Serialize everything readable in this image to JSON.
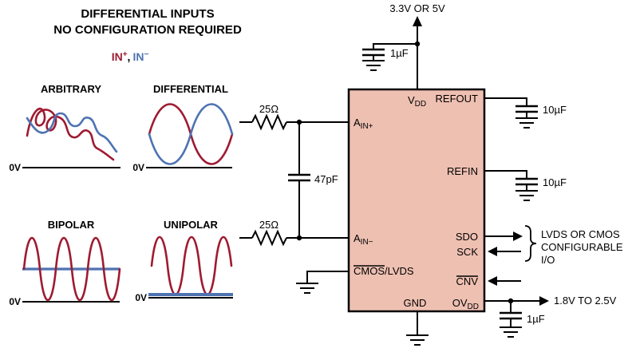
{
  "header": {
    "line1": "DIFFERENTIAL INPUTS",
    "line2": "NO CONFIGURATION REQUIRED",
    "in_plus_base": "IN",
    "in_plus_sup": "+",
    "separator": ",",
    "in_minus_base": "IN",
    "in_minus_sup": "−"
  },
  "panels": {
    "arbitrary": {
      "title": "ARBITRARY",
      "zero_label": "0V"
    },
    "differential": {
      "title": "DIFFERENTIAL",
      "zero_label": "0V"
    },
    "bipolar": {
      "title": "BIPOLAR",
      "zero_label": "0V"
    },
    "unipolar": {
      "title": "UNIPOLAR",
      "zero_label": "0V"
    }
  },
  "circuit": {
    "supply_label": "3.3V OR 5V",
    "vdd_cap": "1µF",
    "refout_cap": "10µF",
    "refin_cap": "10µF",
    "filter_cap": "47pF",
    "r_top": "25Ω",
    "r_bottom": "25Ω",
    "ovdd_cap": "1µF",
    "ovdd_range": "1.8V TO 2.5V",
    "io_note_1": "LVDS OR CMOS",
    "io_note_2": "CONFIGURABLE",
    "io_note_3": "I/O"
  },
  "ic": {
    "pin_vdd_base": "V",
    "pin_vdd_sub": "DD",
    "pin_refout": "REFOUT",
    "pin_ainp_base": "A",
    "pin_ainp_sub": "IN+",
    "pin_refin": "REFIN",
    "pin_ainm_base": "A",
    "pin_ainm_sub": "IN−",
    "pin_sdo": "SDO",
    "pin_sck": "SCK",
    "pin_cmoslvds_over": "CMOS",
    "pin_cmoslvds_rest": "/LVDS",
    "pin_cnv": "CNV",
    "pin_gnd": "GND",
    "pin_ovdd_base": "OV",
    "pin_ovdd_sub": "DD"
  },
  "colors": {
    "red": "#9e1b32",
    "blue": "#4e73b2",
    "ic_fill": "#eec0b2",
    "wire": "#000000"
  }
}
